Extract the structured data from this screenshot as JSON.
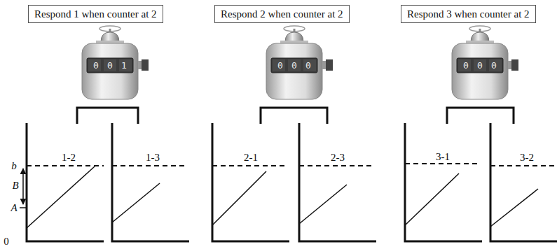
{
  "diagram": {
    "nodes": [
      {
        "text": [
          "Respond 1 when counter at 2"
        ]
      },
      {
        "text": [
          "Respond 2 when counter at 2"
        ]
      },
      {
        "text": [
          "Respond 3 when counter at 2"
        ]
      }
    ],
    "labels": [
      "0",
      "0",
      "1",
      "0",
      "0",
      "0",
      "0",
      "0",
      "0",
      "1-2",
      "1-3",
      "2-1",
      "2-3",
      "3-1",
      "3-2",
      "b",
      "B",
      "A",
      "0"
    ]
  }
}
